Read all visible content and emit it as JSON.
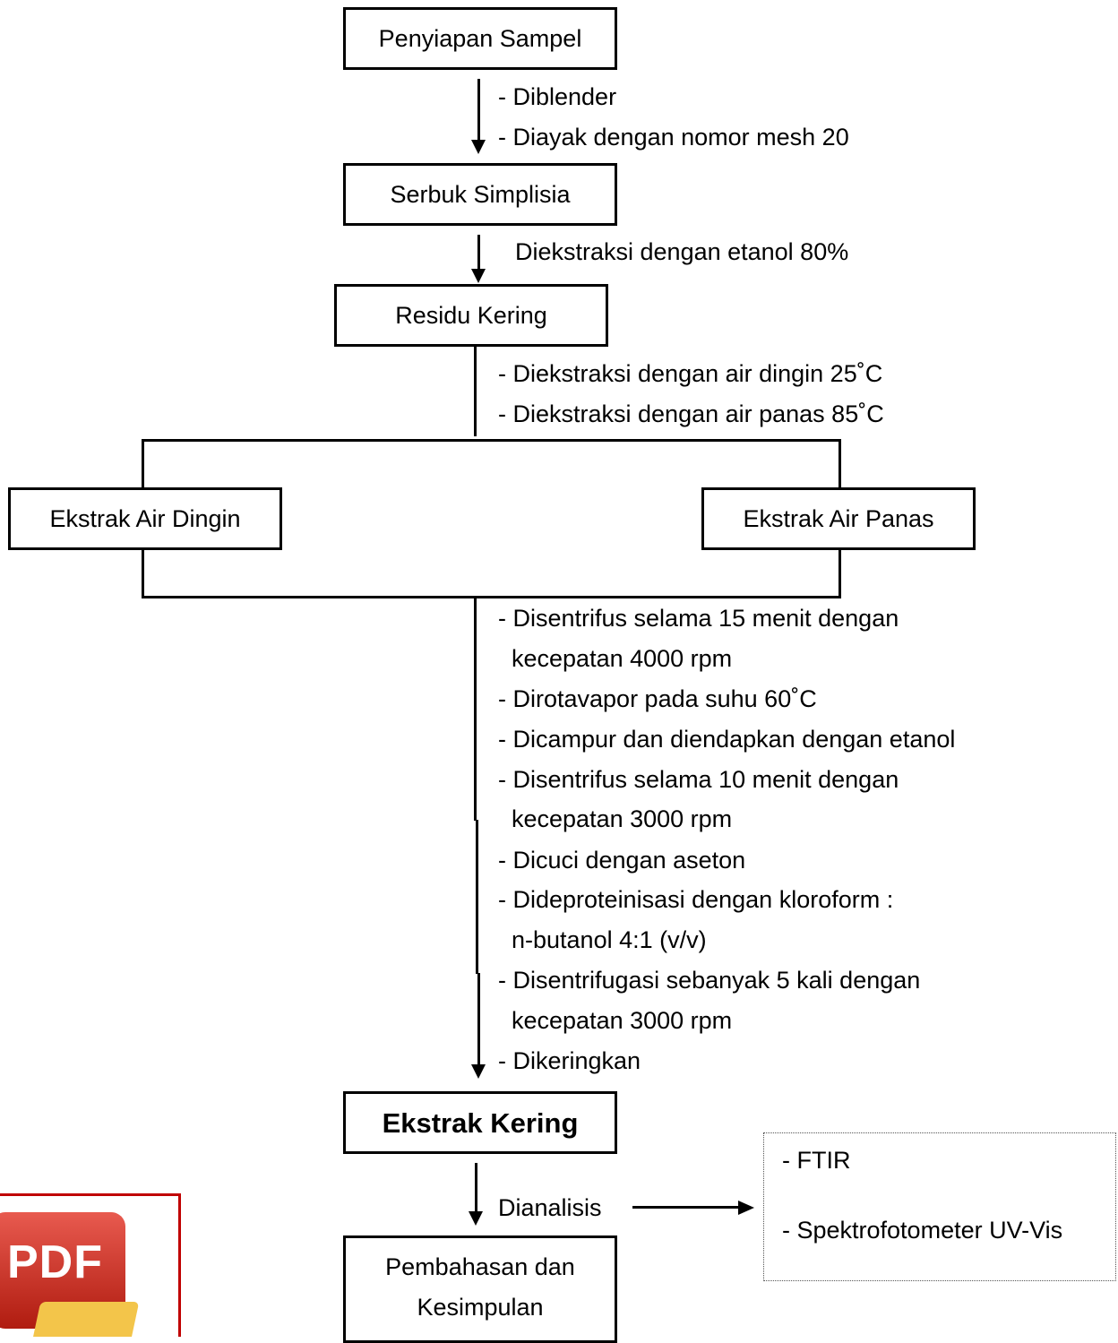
{
  "boxes": {
    "penyiapan": "Penyiapan Sampel",
    "serbuk": "Serbuk Simplisia",
    "residu": "Residu Kering",
    "air_dingin": "Ekstrak Air Dingin",
    "air_panas": "Ekstrak Air Panas",
    "ekstrak_kering": "Ekstrak Kering",
    "pembahasan_line1": "Pembahasan dan",
    "pembahasan_line2": "Kesimpulan"
  },
  "steps": {
    "s1": [
      "- Diblender",
      "- Diayak dengan nomor mesh 20"
    ],
    "s2": [
      "Diekstraksi dengan etanol 80%"
    ],
    "s3": [
      "- Diekstraksi dengan air dingin 25˚C",
      "- Diekstraksi dengan air panas 85˚C"
    ],
    "s4": [
      "- Disentrifus selama 15 menit dengan",
      "  kecepatan 4000 rpm",
      "- Dirotavapor pada suhu 60˚C",
      "- Dicampur dan diendapkan dengan etanol",
      "- Disentrifus selama 10 menit dengan",
      "  kecepatan 3000 rpm",
      "- Dicuci dengan aseton",
      "- Dideproteinisasi dengan kloroform :",
      "  n-butanol 4:1 (v/v)",
      "- Disentrifugasi sebanyak 5 kali dengan",
      "  kecepatan 3000 rpm",
      "- Dikeringkan"
    ],
    "s5": "Dianalisis"
  },
  "analysis": [
    "- FTIR",
    "- Spektrofotometer UV-Vis"
  ],
  "icon": {
    "name": "pdf-icon",
    "label": "PDF"
  }
}
